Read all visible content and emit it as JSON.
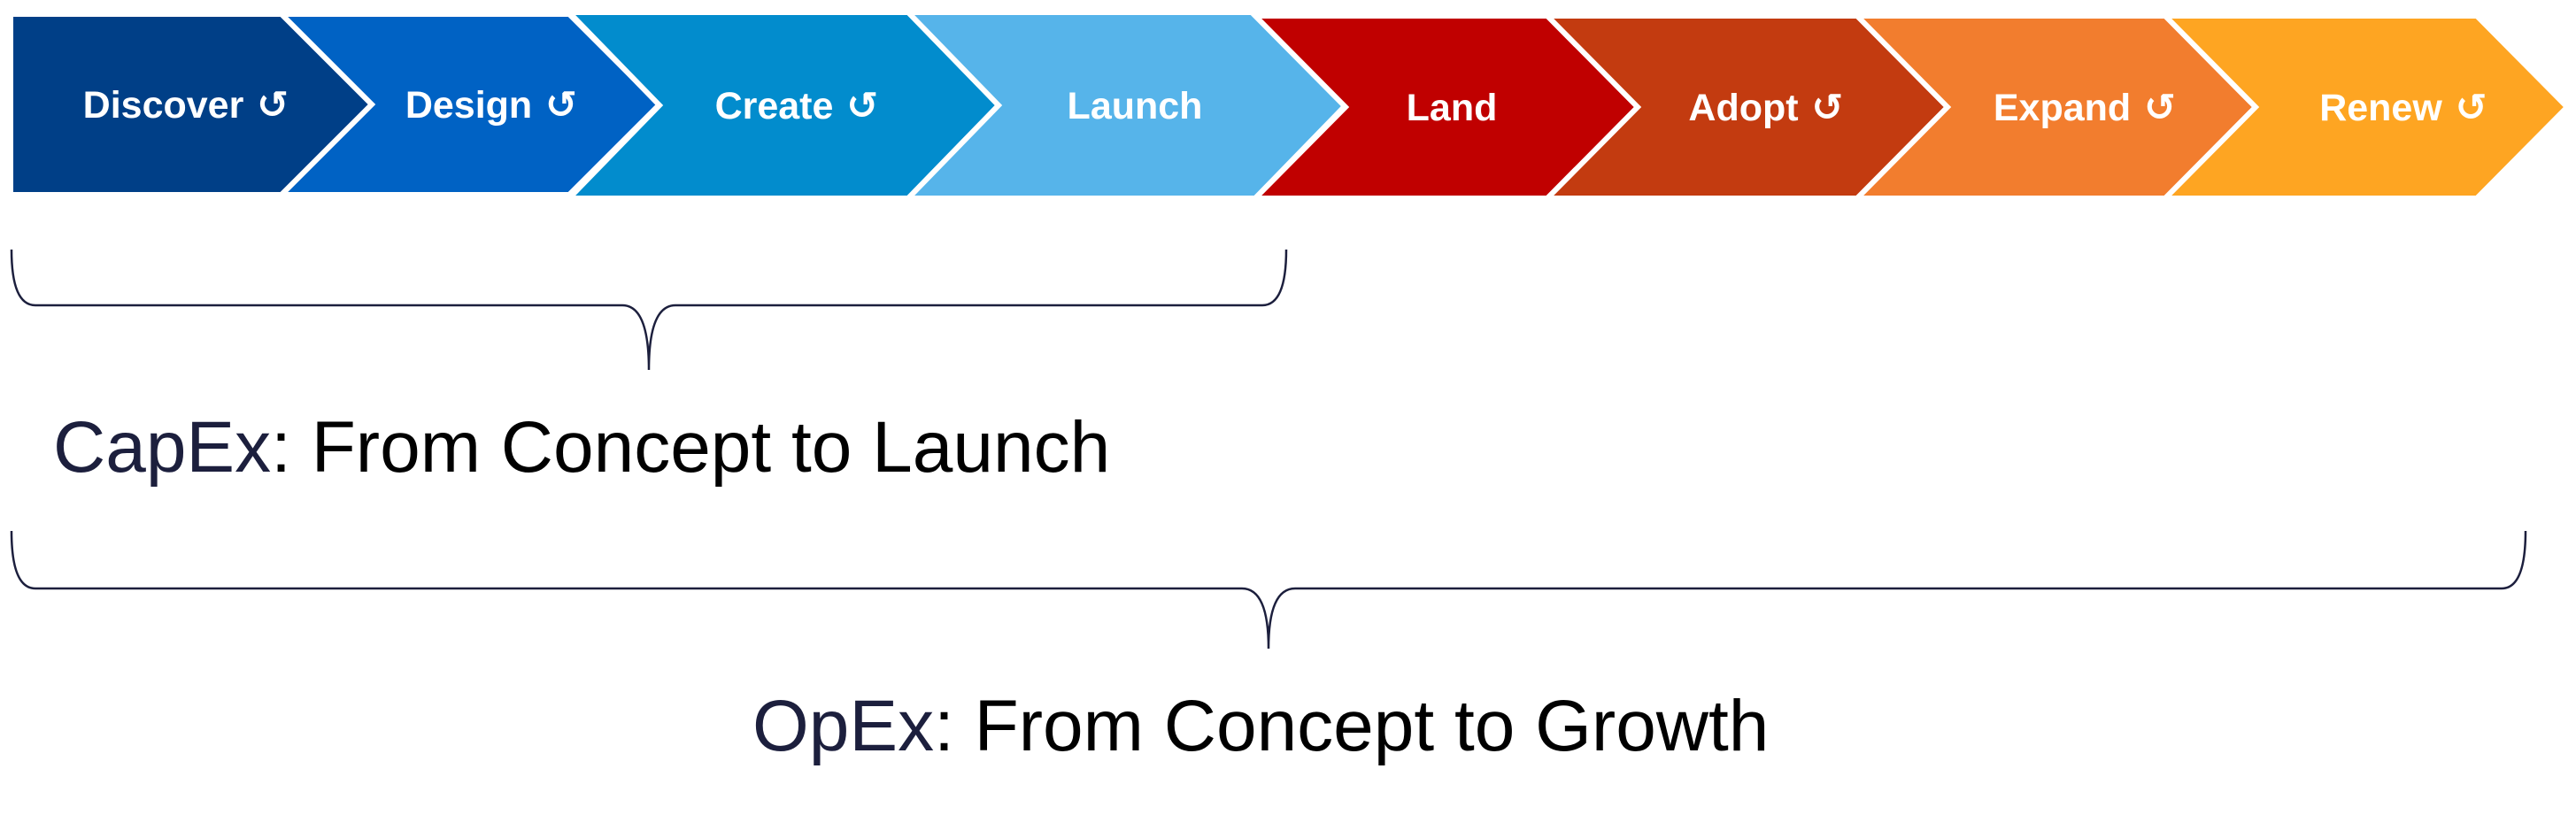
{
  "steps": [
    {
      "label": "Discover",
      "icon": "cycle-icon",
      "color": "#003f87"
    },
    {
      "label": "Design",
      "icon": "cycle-icon",
      "color": "#0062c4"
    },
    {
      "label": "Create",
      "icon": "cycle-icon",
      "color": "#028ccd"
    },
    {
      "label": "Launch",
      "icon": "",
      "color": "#56b4ea"
    },
    {
      "label": "Land",
      "icon": "",
      "color": "#c00000"
    },
    {
      "label": "Adopt",
      "icon": "cycle-icon",
      "color": "#c33b10"
    },
    {
      "label": "Expand",
      "icon": "cycle-icon",
      "color": "#f27d2e"
    },
    {
      "label": "Renew",
      "icon": "cycle-icon",
      "color": "#fea522"
    }
  ],
  "cycle_glyph": "↺",
  "brace_color": "#1c1f3d",
  "capex": {
    "term": "CapEx",
    "rest": ": From Concept to Launch"
  },
  "opex": {
    "term": "OpEx",
    "rest": ": From Concept to Growth"
  }
}
